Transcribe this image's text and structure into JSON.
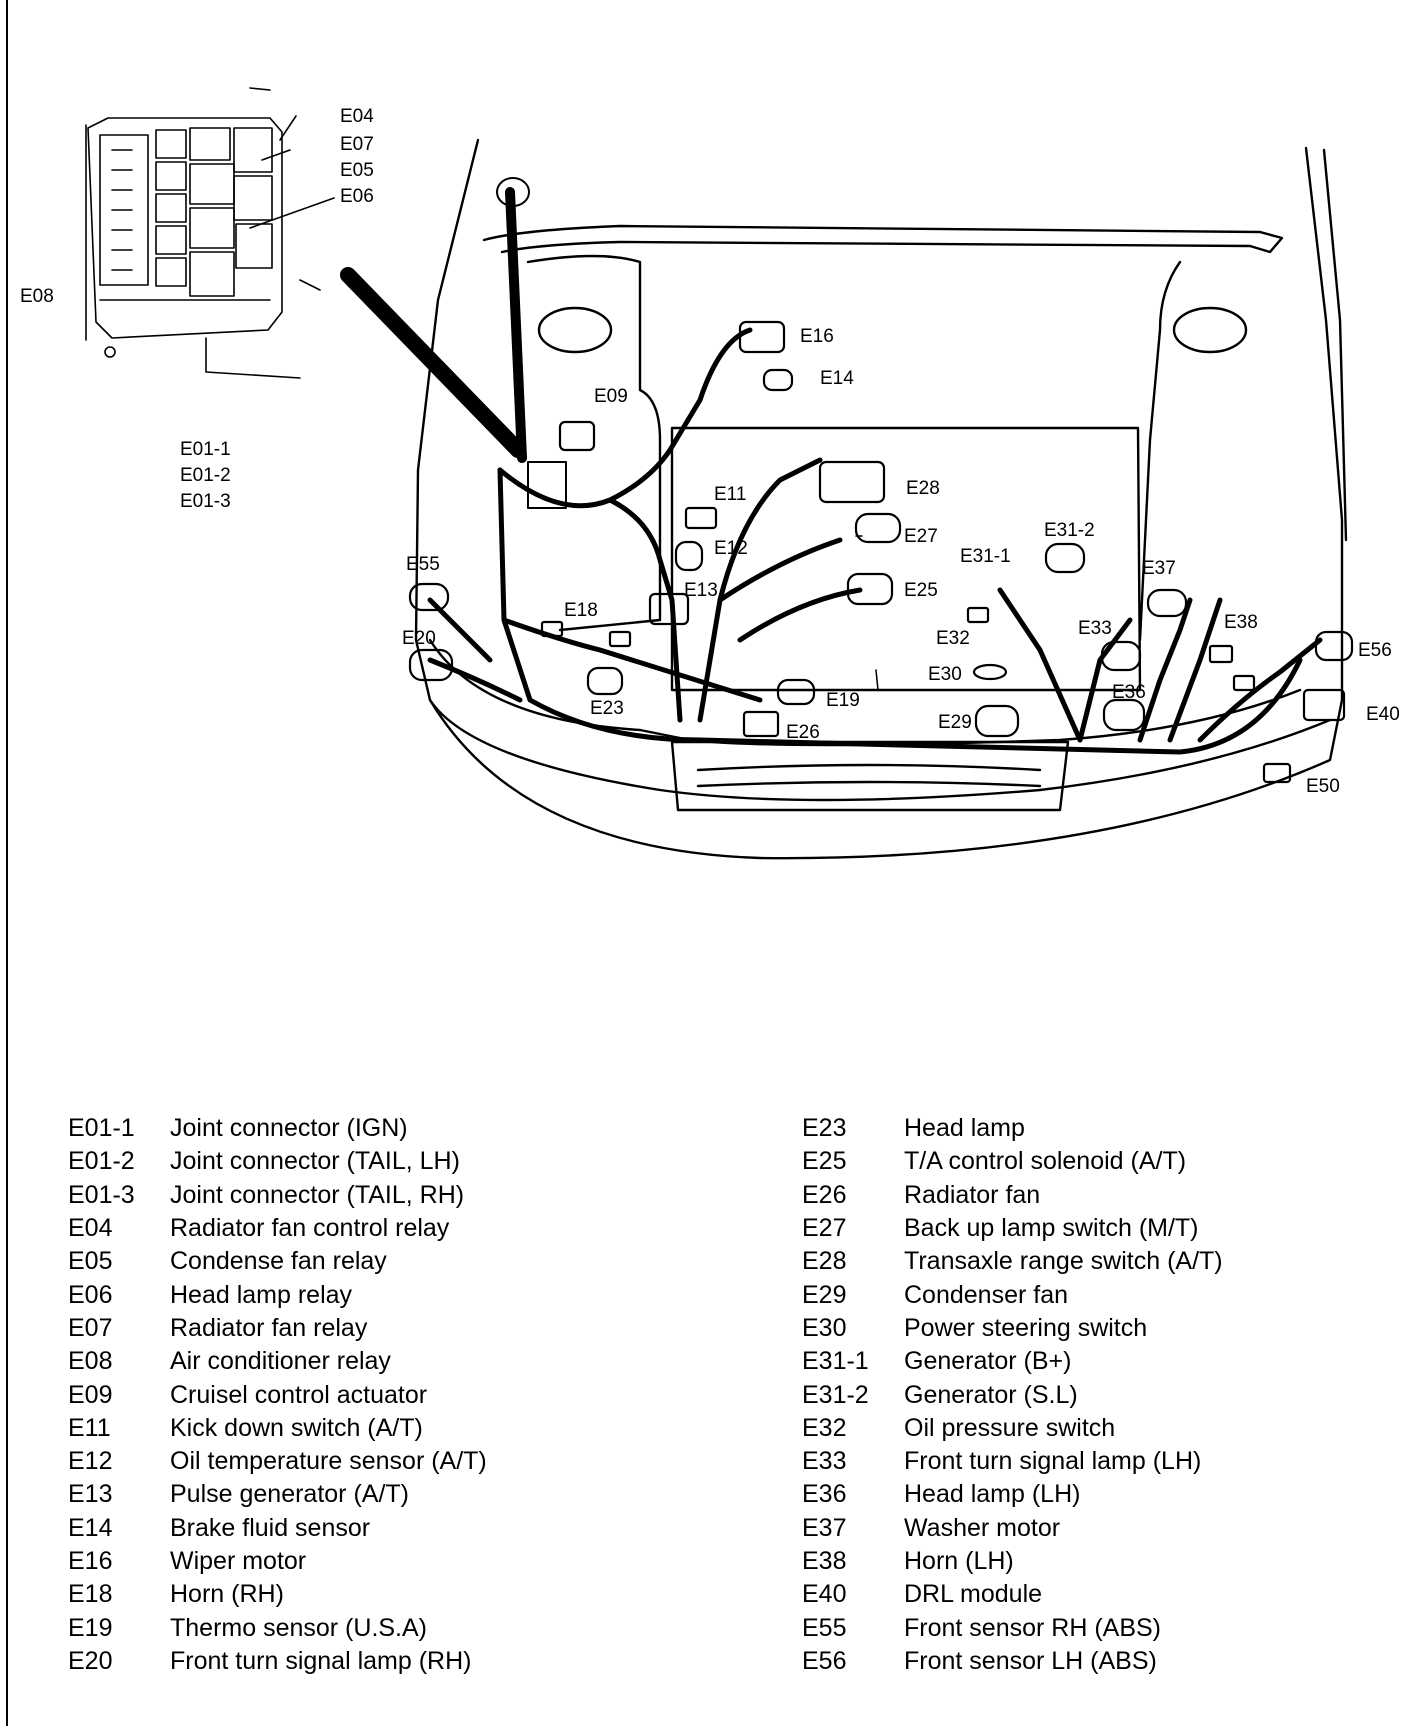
{
  "callouts": {
    "e04": "E04",
    "e07": "E07",
    "e05": "E05",
    "e06": "E06",
    "e08": "E08",
    "e01_1": "E01-1",
    "e01_2": "E01-2",
    "e01_3": "E01-3",
    "e16": "E16",
    "e14": "E14",
    "e09": "E09",
    "e11": "E11",
    "e12": "E12",
    "e13": "E13",
    "e28": "E28",
    "e27": "E27",
    "e25": "E25",
    "e31_1": "E31-1",
    "e31_2": "E31-2",
    "e37": "E37",
    "e55": "E55",
    "e18": "E18",
    "e20": "E20",
    "e32": "E32",
    "e33": "E33",
    "e38": "E38",
    "e56": "E56",
    "e30": "E30",
    "e36": "E36",
    "e23": "E23",
    "e19": "E19",
    "e29": "E29",
    "e40": "E40",
    "e26": "E26",
    "e50": "E50"
  },
  "legend_left": [
    {
      "code": "E01-1",
      "desc": "Joint connector (IGN)"
    },
    {
      "code": "E01-2",
      "desc": "Joint connector (TAIL, LH)"
    },
    {
      "code": "E01-3",
      "desc": "Joint connector (TAIL, RH)"
    },
    {
      "code": "E04",
      "desc": "Radiator fan control relay"
    },
    {
      "code": "E05",
      "desc": "Condense fan relay"
    },
    {
      "code": "E06",
      "desc": "Head lamp relay"
    },
    {
      "code": "E07",
      "desc": "Radiator fan relay"
    },
    {
      "code": "E08",
      "desc": "Air conditioner relay"
    },
    {
      "code": "E09",
      "desc": "Cruisel control actuator"
    },
    {
      "code": "E11",
      "desc": "Kick down switch (A/T)"
    },
    {
      "code": "E12",
      "desc": "Oil temperature sensor (A/T)"
    },
    {
      "code": "E13",
      "desc": "Pulse generator (A/T)"
    },
    {
      "code": "E14",
      "desc": "Brake fluid sensor"
    },
    {
      "code": "E16",
      "desc": "Wiper motor"
    },
    {
      "code": "E18",
      "desc": "Horn (RH)"
    },
    {
      "code": "E19",
      "desc": "Thermo sensor (U.S.A)"
    },
    {
      "code": "E20",
      "desc": "Front turn signal lamp (RH)"
    }
  ],
  "legend_right": [
    {
      "code": "E23",
      "desc": "Head lamp"
    },
    {
      "code": "E25",
      "desc": "T/A control solenoid (A/T)"
    },
    {
      "code": "E26",
      "desc": "Radiator fan"
    },
    {
      "code": "E27",
      "desc": "Back up lamp switch (M/T)"
    },
    {
      "code": "E28",
      "desc": "Transaxle range switch (A/T)"
    },
    {
      "code": "E29",
      "desc": "Condenser fan"
    },
    {
      "code": "E30",
      "desc": "Power steering switch"
    },
    {
      "code": "E31-1",
      "desc": "Generator (B+)"
    },
    {
      "code": "E31-2",
      "desc": "Generator (S.L)"
    },
    {
      "code": "E32",
      "desc": "Oil pressure switch"
    },
    {
      "code": "E33",
      "desc": "Front turn signal lamp (LH)"
    },
    {
      "code": "E36",
      "desc": "Head lamp (LH)"
    },
    {
      "code": "E37",
      "desc": "Washer motor"
    },
    {
      "code": "E38",
      "desc": "Horn (LH)"
    },
    {
      "code": "E40",
      "desc": "DRL module"
    },
    {
      "code": "E55",
      "desc": "Front sensor RH (ABS)"
    },
    {
      "code": "E56",
      "desc": "Front sensor LH (ABS)"
    }
  ]
}
